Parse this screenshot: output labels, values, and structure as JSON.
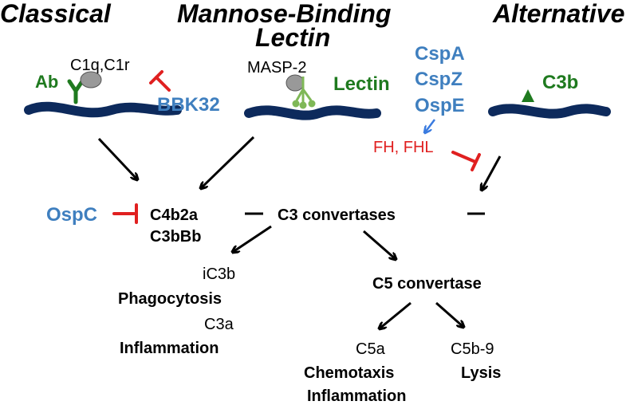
{
  "pathways": {
    "classical": "Classical",
    "mbl_line1": "Mannose-Binding",
    "mbl_line2": "Lectin",
    "alternative": "Alternative"
  },
  "classical": {
    "c1": "C1q,C1r",
    "ab": "Ab",
    "bbk32": "BBK32"
  },
  "lectin": {
    "masp": "MASP-2",
    "lectin": "Lectin"
  },
  "alternative": {
    "cspa": "CspA",
    "cspz": "CspZ",
    "ospe": "OspE",
    "c3b": "C3b",
    "fh": "FH, FHL"
  },
  "convertases": {
    "ospc": "OspC",
    "c4b2a": "C4b2a",
    "c3bbb": "C3bBb",
    "c3": "C3 convertases",
    "c5": "C5 convertase"
  },
  "outcomes": {
    "ic3b": "iC3b",
    "phago": "Phagocytosis",
    "c3a": "C3a",
    "inflam1": "Inflammation",
    "c5a": "C5a",
    "chemo": "Chemotaxis",
    "inflam2": "Inflammation",
    "c5b9": "C5b-9",
    "lysis": "Lysis"
  },
  "colors": {
    "membrane": "#0d2a5c",
    "blue_text": "#3f7fbf",
    "green": "#1f7a1f",
    "red": "#e02020",
    "grey_protein": "#999999",
    "light_green": "#7fb857"
  }
}
